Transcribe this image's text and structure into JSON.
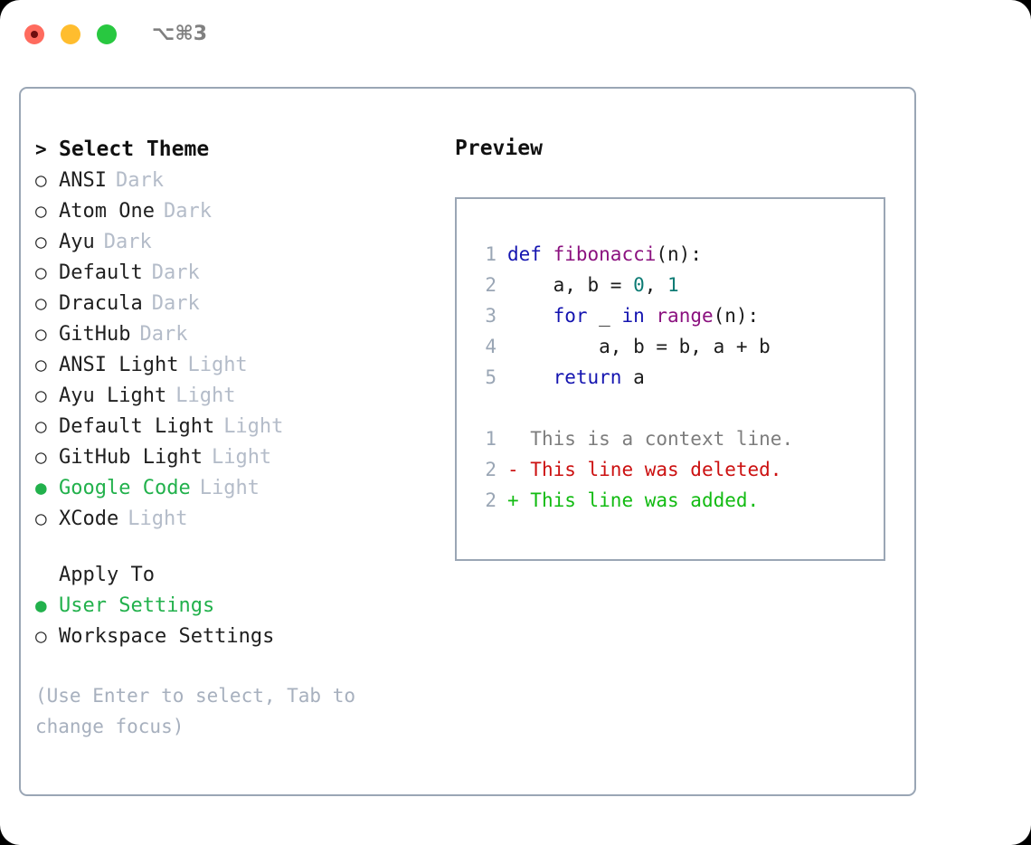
{
  "titlebar": {
    "traffic_lights": [
      {
        "name": "close",
        "color": "#ff6b5e"
      },
      {
        "name": "minimize",
        "color": "#ffbd2e"
      },
      {
        "name": "maximize",
        "color": "#28c840"
      }
    ],
    "shortcut": "⌥⌘3"
  },
  "left": {
    "heading": {
      "marker": ">",
      "text": "Select Theme"
    },
    "themes": [
      {
        "marker": "○",
        "label": "ANSI",
        "tag": "Dark",
        "selected": false
      },
      {
        "marker": "○",
        "label": "Atom One",
        "tag": "Dark",
        "selected": false
      },
      {
        "marker": "○",
        "label": "Ayu",
        "tag": "Dark",
        "selected": false
      },
      {
        "marker": "○",
        "label": "Default",
        "tag": "Dark",
        "selected": false
      },
      {
        "marker": "○",
        "label": "Dracula",
        "tag": "Dark",
        "selected": false
      },
      {
        "marker": "○",
        "label": "GitHub",
        "tag": "Dark",
        "selected": false
      },
      {
        "marker": "○",
        "label": "ANSI Light",
        "tag": "Light",
        "selected": false
      },
      {
        "marker": "○",
        "label": "Ayu Light",
        "tag": "Light",
        "selected": false
      },
      {
        "marker": "○",
        "label": "Default Light",
        "tag": "Light",
        "selected": false
      },
      {
        "marker": "○",
        "label": "GitHub Light",
        "tag": "Light",
        "selected": false
      },
      {
        "marker": "●",
        "label": "Google Code",
        "tag": "Light",
        "selected": true
      },
      {
        "marker": "○",
        "label": "XCode",
        "tag": "Light",
        "selected": false
      }
    ],
    "apply_to": {
      "heading": "Apply To",
      "options": [
        {
          "marker": "●",
          "label": "User Settings",
          "selected": true
        },
        {
          "marker": "○",
          "label": "Workspace Settings",
          "selected": false
        }
      ]
    },
    "hint": "(Use Enter to select, Tab to change focus)"
  },
  "right": {
    "title": "Preview",
    "code": [
      {
        "lnum": "1",
        "tokens": [
          {
            "t": "def",
            "c": "kw"
          },
          {
            "t": " ",
            "c": "pun"
          },
          {
            "t": "fibonacci",
            "c": "fn"
          },
          {
            "t": "(n):",
            "c": "pun"
          }
        ]
      },
      {
        "lnum": "2",
        "tokens": [
          {
            "t": "    a, b = ",
            "c": "ctext"
          },
          {
            "t": "0",
            "c": "num"
          },
          {
            "t": ", ",
            "c": "ctext"
          },
          {
            "t": "1",
            "c": "num"
          }
        ]
      },
      {
        "lnum": "3",
        "tokens": [
          {
            "t": "    ",
            "c": "ctext"
          },
          {
            "t": "for",
            "c": "kw"
          },
          {
            "t": " _ ",
            "c": "ctext"
          },
          {
            "t": "in",
            "c": "kw"
          },
          {
            "t": " ",
            "c": "ctext"
          },
          {
            "t": "range",
            "c": "fn"
          },
          {
            "t": "(n):",
            "c": "pun"
          }
        ]
      },
      {
        "lnum": "4",
        "tokens": [
          {
            "t": "        a, b = b, a + b",
            "c": "ctext"
          }
        ]
      },
      {
        "lnum": "5",
        "tokens": [
          {
            "t": "    ",
            "c": "ctext"
          },
          {
            "t": "return",
            "c": "kw"
          },
          {
            "t": " a",
            "c": "ctext"
          }
        ]
      }
    ],
    "diff": [
      {
        "lnum": "1",
        "sign": " ",
        "text": " This is a context line.",
        "kind": "ctx"
      },
      {
        "lnum": "2",
        "sign": "-",
        "text": " This line was deleted.",
        "kind": "del"
      },
      {
        "lnum": "2",
        "sign": "+",
        "text": " This line was added.",
        "kind": "add"
      }
    ]
  },
  "colors": {
    "accent_green": "#22b14c",
    "border": "#9aa6b5",
    "muted": "#b4bcc9",
    "keyword": "#1414b0",
    "function": "#8b117f",
    "number": "#0d7b74",
    "diff_add": "#12bb12",
    "diff_del": "#cc1111"
  }
}
